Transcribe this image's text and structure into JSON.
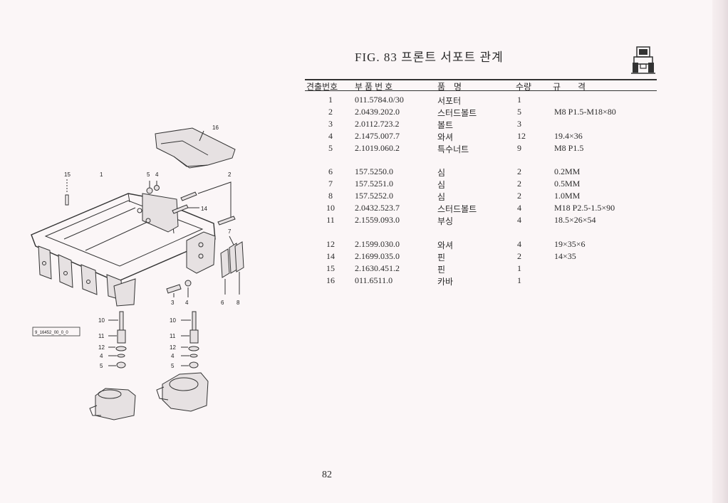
{
  "header": {
    "title": "FIG. 83  프론트 서포트 관계"
  },
  "table": {
    "columns": [
      "견출번호",
      "부 품 번 호",
      "품    명",
      "수량",
      "규        격"
    ],
    "rows": [
      {
        "no": "1",
        "part": "011.5784.0/30",
        "name": "서포터",
        "qty": "1",
        "spec": ""
      },
      {
        "no": "2",
        "part": "2.0439.202.0",
        "name": "스터드볼트",
        "qty": "5",
        "spec": "M8  P1.5-M18×80"
      },
      {
        "no": "3",
        "part": "2.0112.723.2",
        "name": "볼트",
        "qty": "3",
        "spec": ""
      },
      {
        "no": "4",
        "part": "2.1475.007.7",
        "name": "와셔",
        "qty": "12",
        "spec": "19.4×36"
      },
      {
        "no": "5",
        "part": "2.1019.060.2",
        "name": "특수너트",
        "qty": "9",
        "spec": "M8 P1.5"
      },
      {
        "no": "6",
        "part": "157.5250.0",
        "name": "심",
        "qty": "2",
        "spec": "0.2MM"
      },
      {
        "no": "7",
        "part": "157.5251.0",
        "name": "심",
        "qty": "2",
        "spec": "0.5MM"
      },
      {
        "no": "8",
        "part": "157.5252.0",
        "name": "심",
        "qty": "2",
        "spec": "1.0MM"
      },
      {
        "no": "10",
        "part": "2.0432.523.7",
        "name": "스터드볼트",
        "qty": "4",
        "spec": "M18 P2.5-1.5×90"
      },
      {
        "no": "11",
        "part": "2.1559.093.0",
        "name": "부싱",
        "qty": "4",
        "spec": "18.5×26×54"
      },
      {
        "no": "12",
        "part": "2.1599.030.0",
        "name": "와셔",
        "qty": "4",
        "spec": "19×35×6"
      },
      {
        "no": "14",
        "part": "2.1699.035.0",
        "name": "핀",
        "qty": "2",
        "spec": "14×35"
      },
      {
        "no": "15",
        "part": "2.1630.451.2",
        "name": "핀",
        "qty": "1",
        "spec": ""
      },
      {
        "no": "16",
        "part": "011.6511.0",
        "name": "카바",
        "qty": "1",
        "spec": ""
      }
    ]
  },
  "drawing": {
    "labels": [
      "16",
      "15",
      "1",
      "5",
      "4",
      "2",
      "14",
      "7",
      "3",
      "4",
      "6",
      "8",
      "10",
      "11",
      "12",
      "4",
      "5",
      "10",
      "11",
      "12",
      "4",
      "5"
    ],
    "code": "9_16452_00_0_0"
  },
  "footer": {
    "page_number": "82"
  }
}
